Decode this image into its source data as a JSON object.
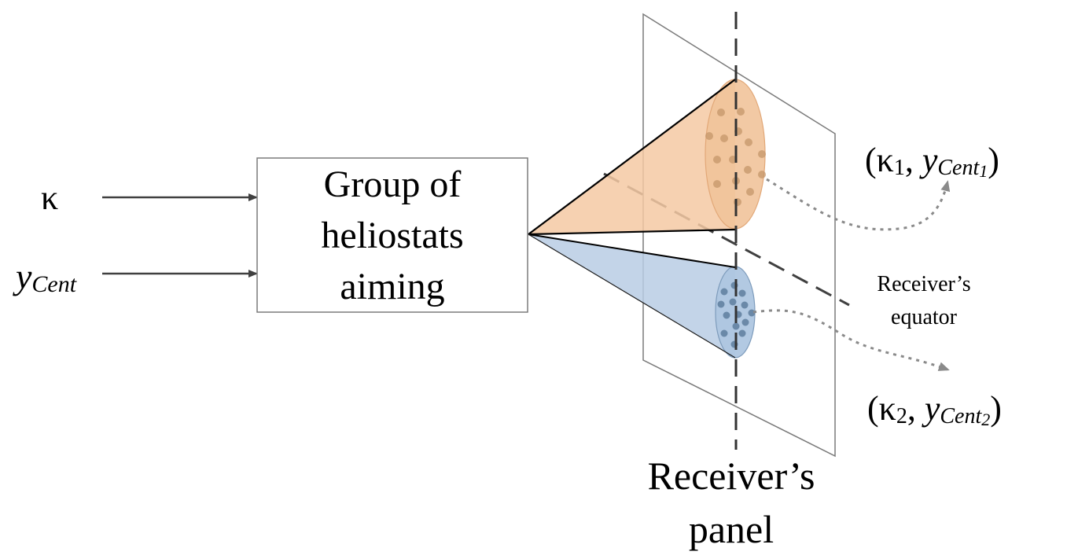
{
  "colors": {
    "upper_cone_fill": "#f4c9a3",
    "upper_cone_dots": "#c4956a",
    "lower_cone_fill": "#b8cde4",
    "lower_cone_dots": "#5e7e9e",
    "arrow": "#404040",
    "dotted_arrow": "#808080",
    "panel_outline": "#7a7a7a"
  },
  "inputs": {
    "kappa": "κ",
    "ycent_main": "y",
    "ycent_sub": "Cent"
  },
  "box": {
    "line1": "Group of",
    "line2": "heliostats",
    "line3": "aiming"
  },
  "outputs": {
    "first": {
      "open": "(",
      "kappa": "κ",
      "kappa_index": "1",
      "sep": ", ",
      "y": "y",
      "sub": "Cent",
      "sub_index": "1",
      "close": ")"
    },
    "second": {
      "open": "(",
      "kappa": "κ",
      "kappa_index": "2",
      "sep": ", ",
      "y": "y",
      "sub": "Cent",
      "sub_index": "2",
      "close": ")"
    }
  },
  "labels": {
    "equator_line1": "Receiver’s",
    "equator_line2": "equator",
    "panel_line1": "Receiver’s",
    "panel_line2": "panel"
  }
}
